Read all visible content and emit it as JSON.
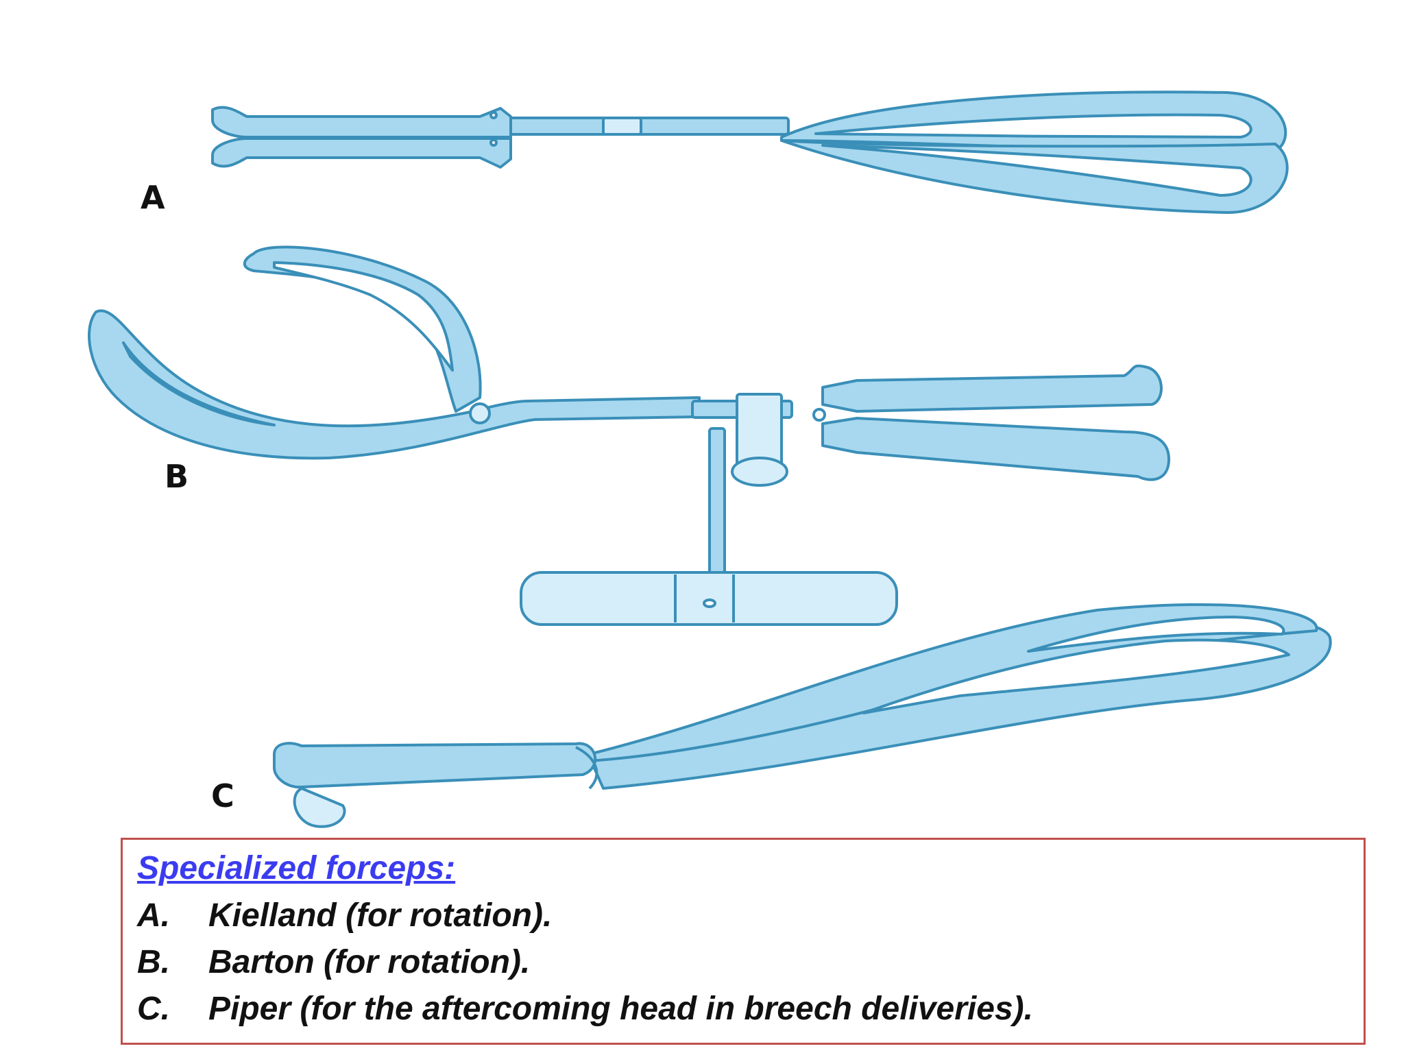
{
  "figure": {
    "labels": {
      "a": "A",
      "b": "B",
      "c": "C"
    },
    "colors": {
      "fill": "#a7d8ef",
      "outline": "#3a8fb8",
      "highlight": "#d6eef9"
    }
  },
  "caption": {
    "title": "Specialized forceps:",
    "items": [
      {
        "marker": "A.",
        "text": "Kielland (for rotation)."
      },
      {
        "marker": "B.",
        "text": "Barton (for rotation)."
      },
      {
        "marker": "C.",
        "text": "Piper (for the aftercoming head in breech deliveries)."
      }
    ],
    "border_color": "#c0504d",
    "title_color": "#3b3bf0"
  }
}
